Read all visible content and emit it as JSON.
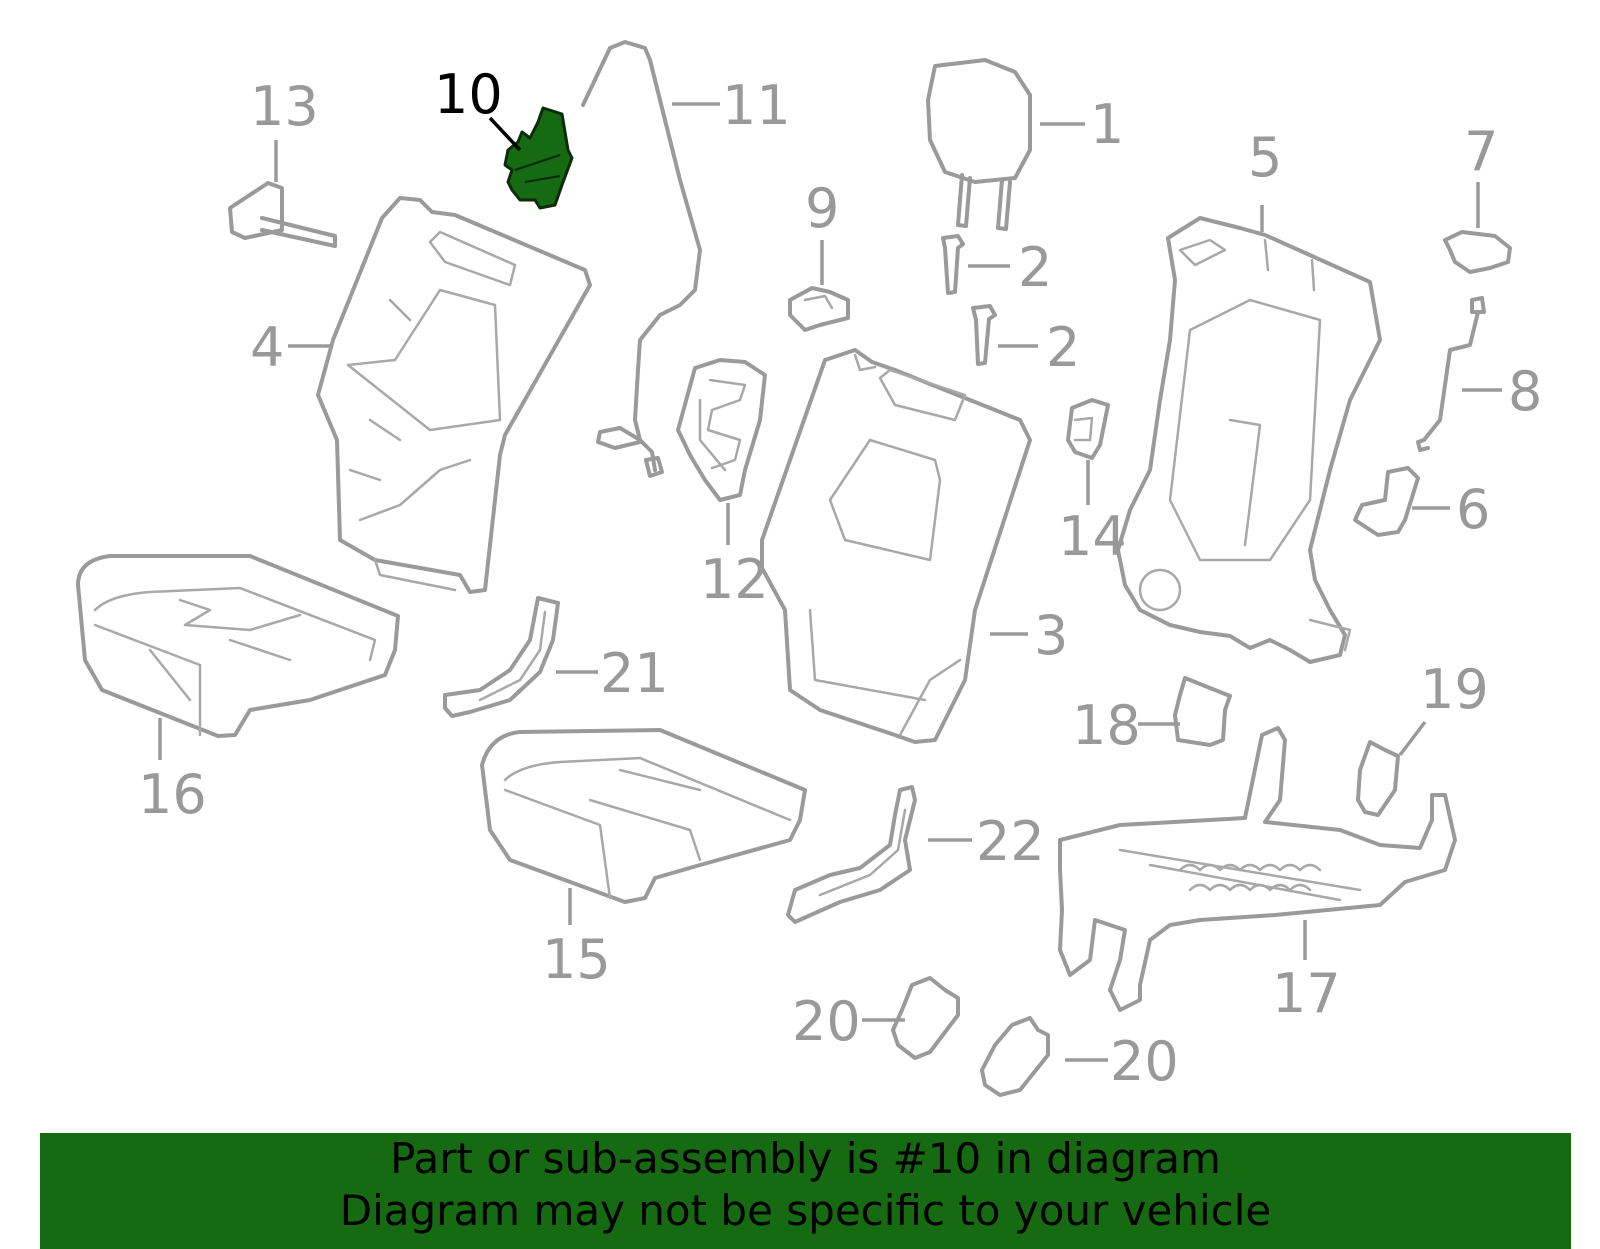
{
  "highlighted_part": "10",
  "highlight_color": "#156a12",
  "part_labels": {
    "p1": "1",
    "p2a": "2",
    "p2b": "2",
    "p3": "3",
    "p4": "4",
    "p5": "5",
    "p6": "6",
    "p7": "7",
    "p8": "8",
    "p9": "9",
    "p10": "10",
    "p11": "11",
    "p12": "12",
    "p13": "13",
    "p14": "14",
    "p15": "15",
    "p16": "16",
    "p17": "17",
    "p18": "18",
    "p19": "19",
    "p20a": "20",
    "p20b": "20",
    "p21": "21",
    "p22": "22"
  },
  "footer": {
    "line1": "Part or sub-assembly is #10 in diagram",
    "line2": "Diagram may not be specific to your vehicle"
  }
}
